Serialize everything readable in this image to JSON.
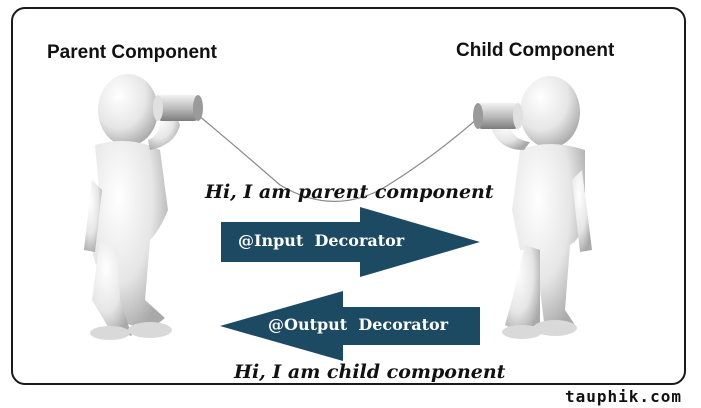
{
  "labels": {
    "parent": "Parent Component",
    "child": "Child Component"
  },
  "messages": {
    "parent": "Hi, I am parent component",
    "child": "Hi, I am child component"
  },
  "arrows": {
    "input": "@Input  Decorator",
    "output": "@Output  Decorator",
    "color": "#1d4a63"
  },
  "brand": "tauphik.com"
}
